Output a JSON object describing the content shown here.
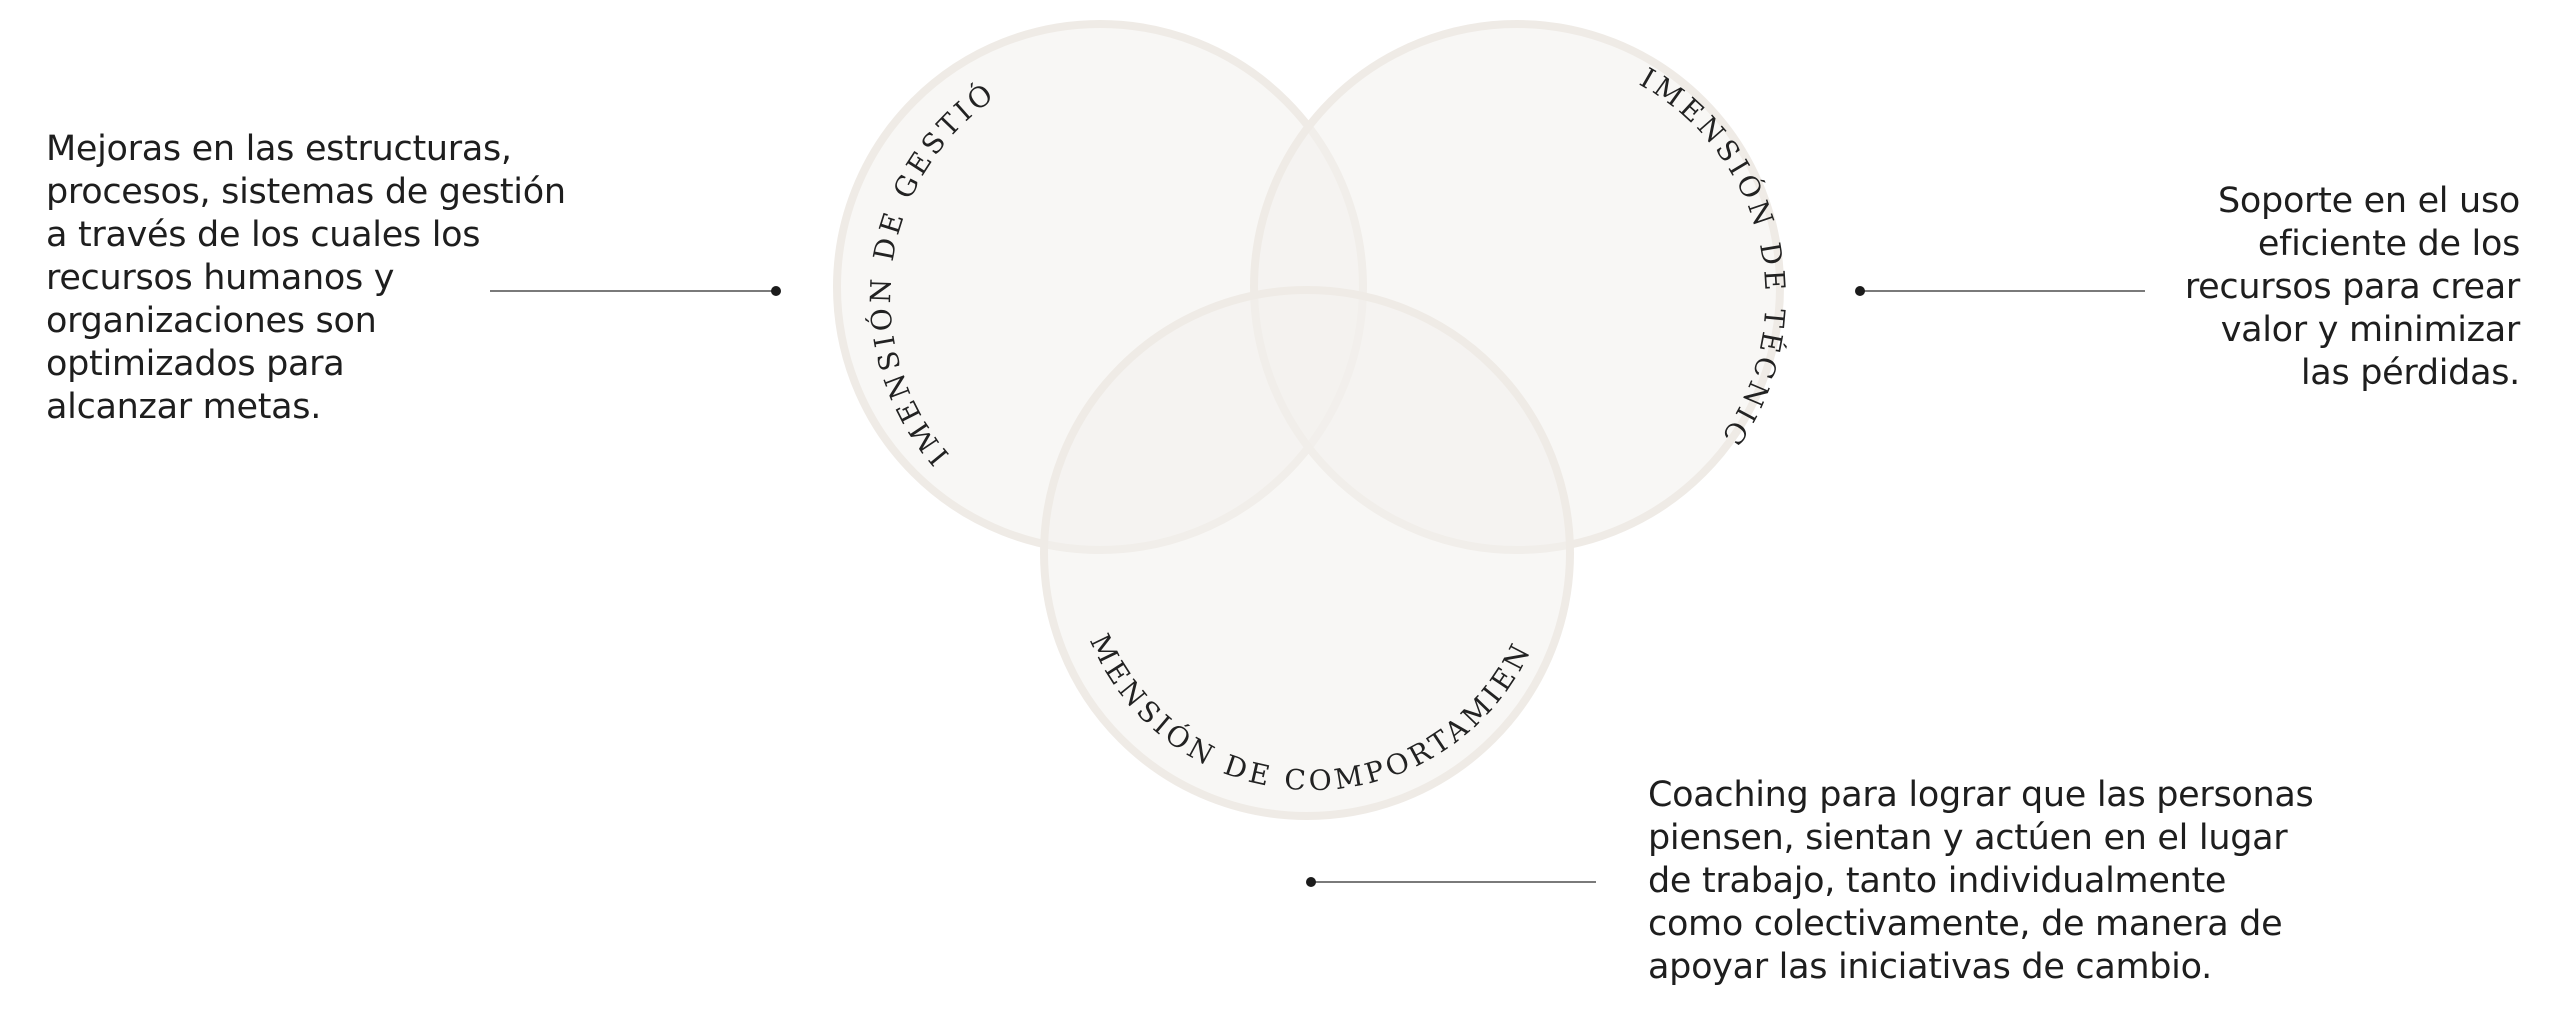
{
  "colors": {
    "circle_fill": "#f3f0ec",
    "circle_stroke": "#efebe6",
    "connector": "#7a7a7a",
    "dot": "#1b1b1b"
  },
  "circles": {
    "gestion": {
      "label": "DIMENSIÓN DE GESTIÓN"
    },
    "tecnica": {
      "label": "DIMENSIÓN DE TÉCNICA"
    },
    "comportamiento": {
      "label": "DIMENSIÓN DE COMPORTAMIENTO"
    }
  },
  "descriptions": {
    "gestion": "Mejoras en las estructuras,\nprocesos, sistemas de gestión\na través de los cuales los\nrecursos humanos y\norganizaciones son\noptimizados para\nalcanzar metas.",
    "tecnica": "Soporte en el uso\neficiente de los\nrecursos para crear\nvalor y minimizar\nlas pérdidas.",
    "comportamiento": "Coaching para lograr que las personas\npiensen, sientan y actúen en el lugar\nde trabajo, tanto individualmente\ncomo colectivamente, de manera de\napoyar las iniciativas de cambio."
  }
}
